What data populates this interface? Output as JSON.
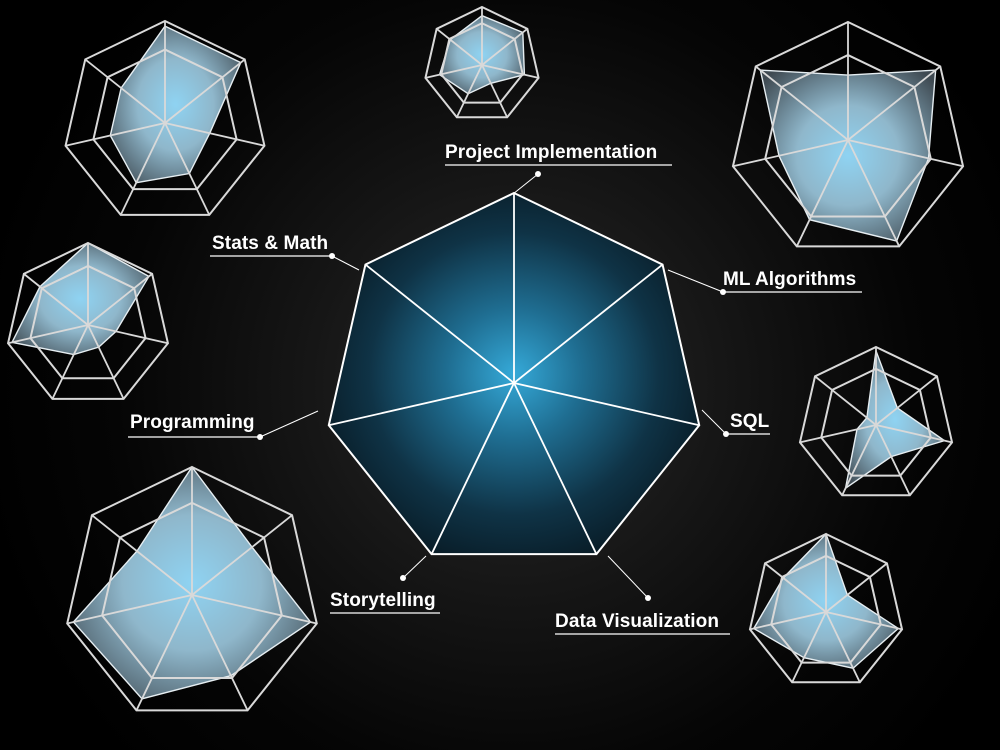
{
  "diagram": {
    "center_chart": {
      "axes": [
        "Project Implementation",
        "ML Algorithms",
        "SQL",
        "Data Visualization",
        "Storytelling",
        "Programming",
        "Stats & Math"
      ]
    },
    "skill_profiles": [
      {
        "values": [
          0.95,
          0.95,
          0.45,
          0.55,
          0.65,
          0.55,
          0.55
        ]
      },
      {
        "values": [
          0.85,
          0.9,
          0.75,
          0.35,
          0.55,
          0.75,
          0.7
        ]
      },
      {
        "values": [
          0.55,
          0.95,
          0.7,
          0.95,
          0.75,
          0.6,
          0.95
        ]
      },
      {
        "values": [
          1.0,
          0.95,
          0.35,
          0.3,
          0.4,
          0.95,
          0.75
        ]
      },
      {
        "values": [
          0.95,
          0.35,
          0.9,
          0.45,
          0.9,
          0.25,
          0.15
        ]
      },
      {
        "values": [
          1.0,
          0.6,
          0.95,
          0.7,
          0.9,
          0.95,
          0.55
        ]
      },
      {
        "values": [
          1.0,
          0.35,
          0.95,
          0.8,
          0.65,
          0.95,
          0.7
        ]
      }
    ],
    "colors": {
      "background": "#000000",
      "center_fill": "#1f89b8",
      "profile_fill": "#a6d6ef",
      "line": "#ffffff"
    }
  }
}
